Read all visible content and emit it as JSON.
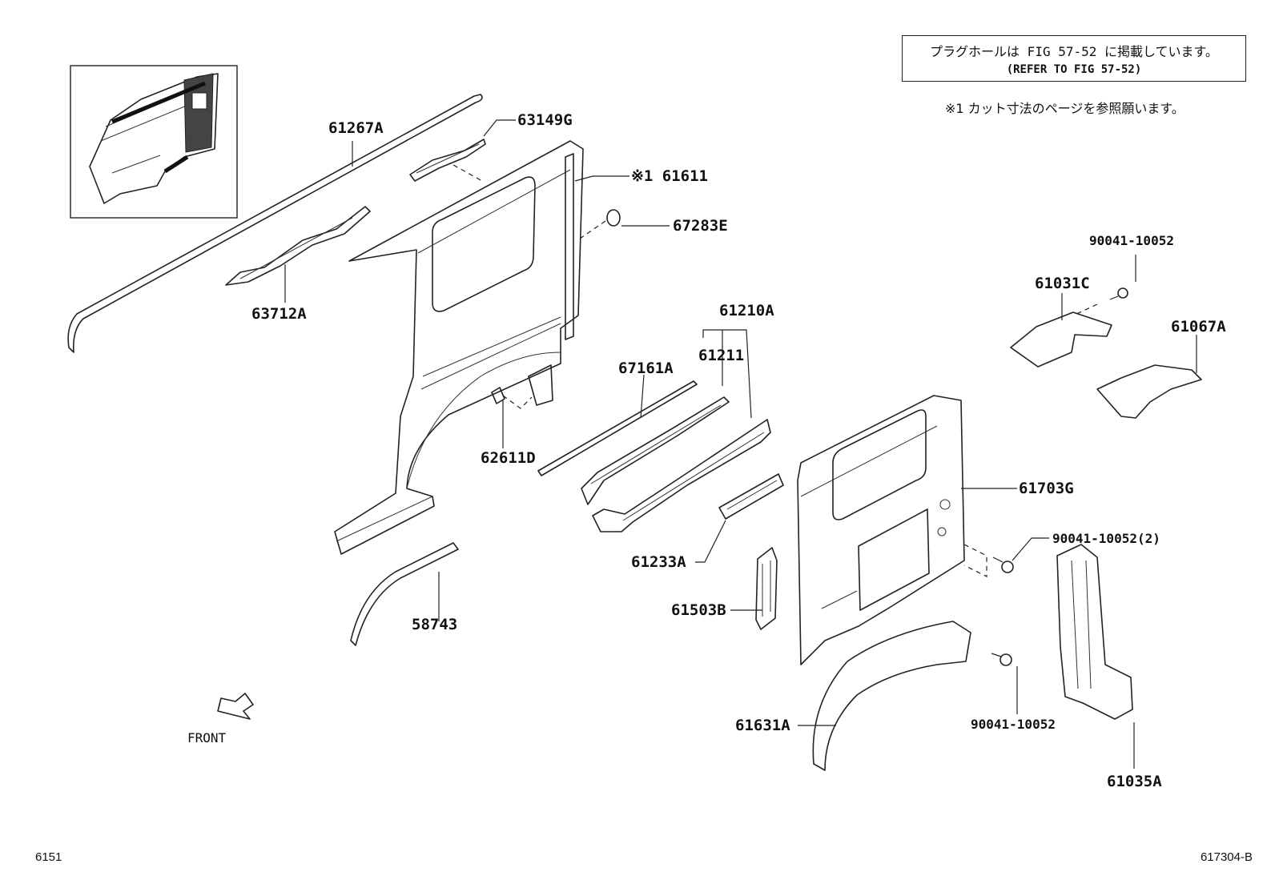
{
  "notes": {
    "plug_hole_jp": "プラグホールは FIG 57-52 に掲載しています。",
    "plug_hole_en": "(REFER TO FIG 57-52)",
    "cut_size": "※1 カット寸法のページを参照願います。"
  },
  "front_label": "FRONT",
  "page": {
    "left_code": "6151",
    "right_code": "617304-B"
  },
  "callouts": [
    "61267A",
    "63149G",
    "※1 61611",
    "67283E",
    "63712A",
    "61210A",
    "61211",
    "67161A",
    "62611D",
    "61233A",
    "61503B",
    "58743",
    "90041-10052",
    "61031C",
    "61067A",
    "61703G",
    "90041-10052(2)",
    "61631A",
    "90041-10052",
    "61035A"
  ]
}
